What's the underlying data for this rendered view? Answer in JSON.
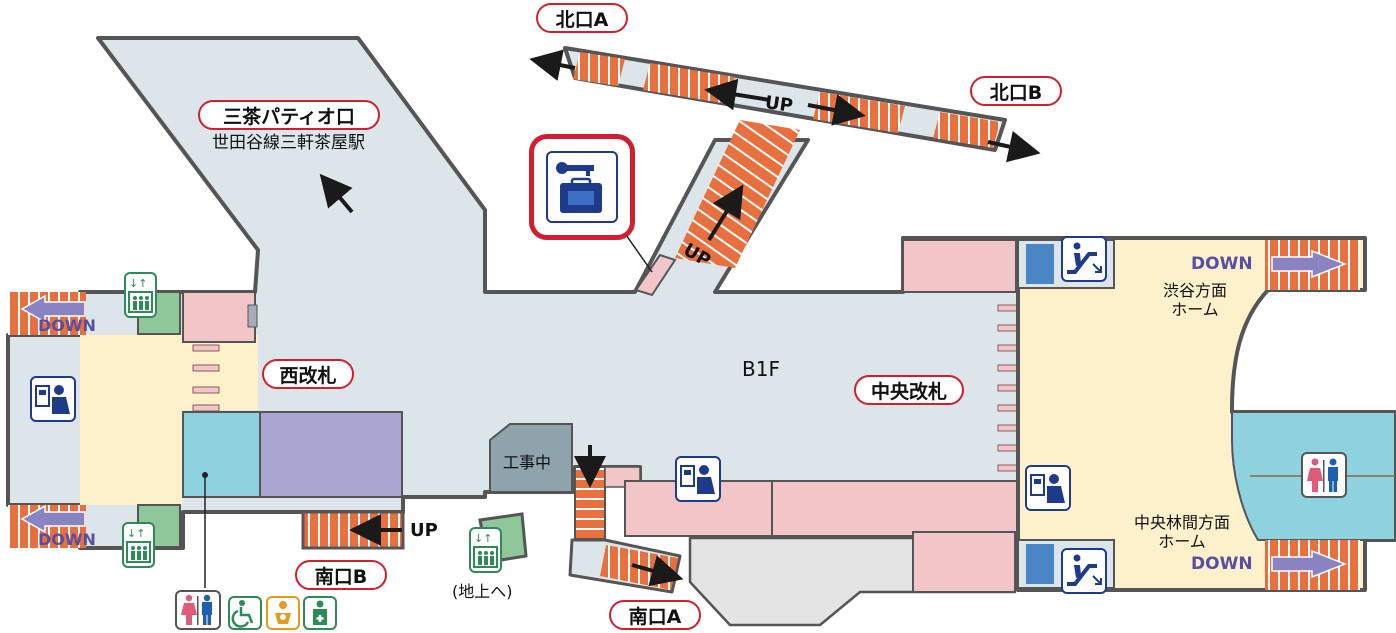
{
  "floor": "B1F",
  "exits": {
    "north_a": "北口A",
    "north_b": "北口B",
    "south_a": "南口A",
    "south_b": "南口B"
  },
  "gates": {
    "west": "西改札",
    "central": "中央改札"
  },
  "connection": {
    "name": "三茶パティオ口",
    "sub": "世田谷線三軒茶屋駅"
  },
  "platforms": {
    "shibuya_line1": "渋谷方面",
    "shibuya_line2": "ホーム",
    "chuorinkan_line1": "中央林間方面",
    "chuorinkan_line2": "ホーム"
  },
  "labels": {
    "up": "UP",
    "down": "DOWN",
    "construction": "工事中",
    "to_ground": "(地上へ)"
  },
  "icons": [
    "locker-icon",
    "elevator-icon",
    "escalator-icon",
    "ticket-machine-icon",
    "restroom-icon",
    "wheelchair-icon",
    "baby-care-icon",
    "ostomate-icon"
  ],
  "colors": {
    "concourse": "#dce6ea",
    "platform_area": "#fcf1cb",
    "stairs": "#e8703e",
    "shop": "#f2c6c8",
    "construction": "#8fa3ad",
    "restroom_area": "#8fd2df",
    "purple_area": "#aaa6d2",
    "label_border": "#d21f2f",
    "down_text": "#5a4ea3"
  }
}
